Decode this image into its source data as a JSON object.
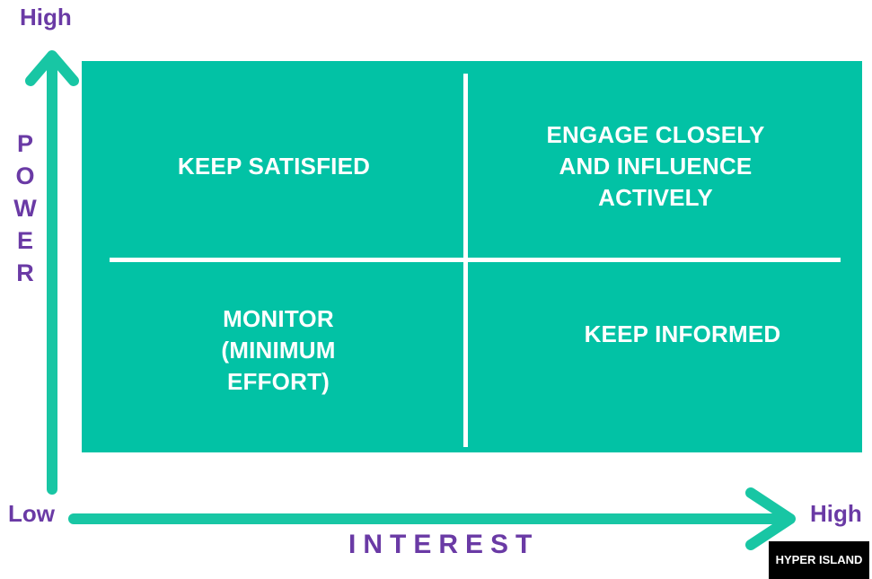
{
  "quadrants": {
    "top_left": "KEEP SATISFIED",
    "top_right": "ENGAGE CLOSELY\nAND INFLUENCE\nACTIVELY",
    "bottom_left": "MONITOR\n(MINIMUM\nEFFORT)",
    "bottom_right": "KEEP INFORMED"
  },
  "axes": {
    "y": {
      "title": "POWER",
      "high": "High"
    },
    "x": {
      "title": "INTEREST",
      "low": "Low",
      "high": "High"
    }
  },
  "logo": {
    "text": "HYPER ISLAND"
  },
  "colors": {
    "quadrant_fill": "#02c2a5",
    "axis_arrow": "#18c6a4",
    "axis_text": "#6a3aa5",
    "divider": "#ffffff",
    "logo_bg": "#000000"
  }
}
